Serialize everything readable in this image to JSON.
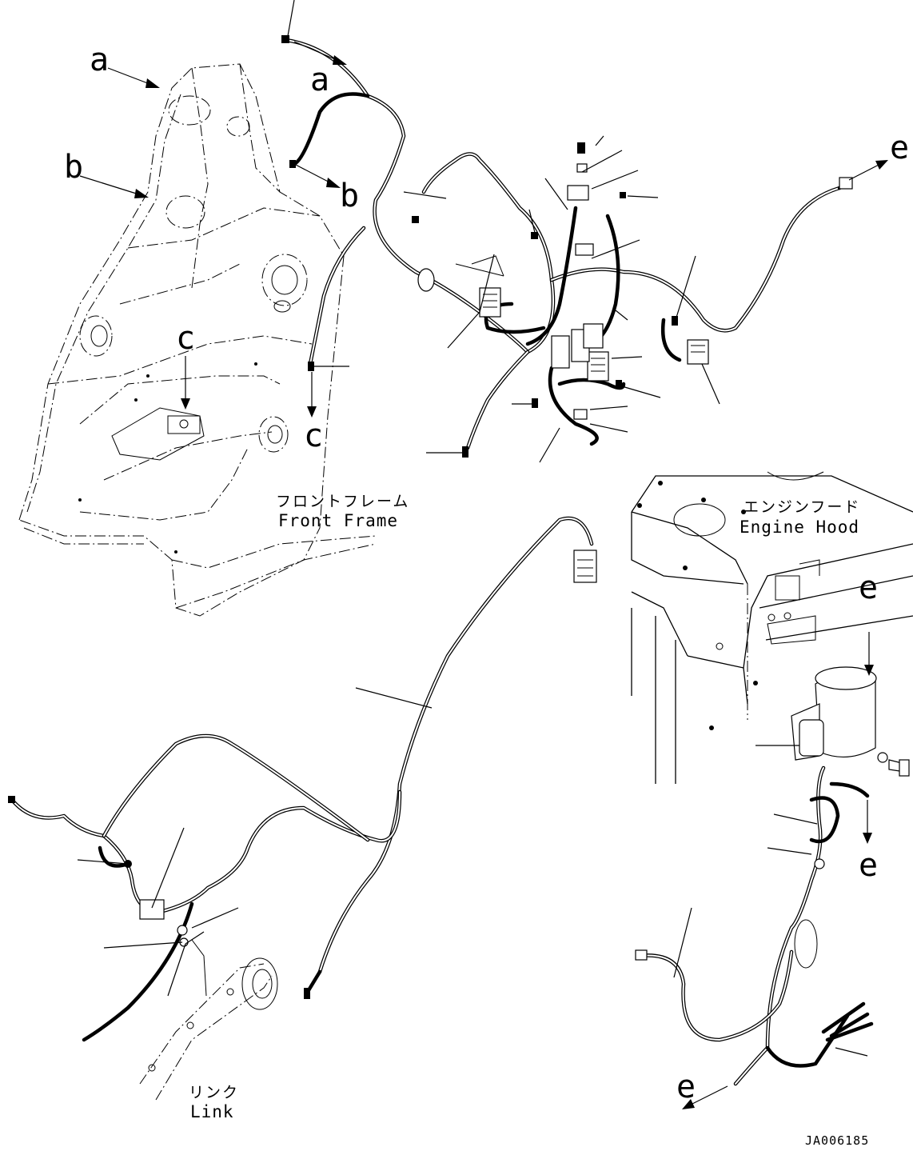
{
  "labels": {
    "front_frame_jp": "フロントフレーム",
    "front_frame_en": "Front Frame",
    "engine_hood_jp": "エンジンフード",
    "engine_hood_en": "Engine Hood",
    "link_jp": "リンク",
    "link_en": "Link",
    "drawing_number": "JA006185"
  },
  "reference_letters": {
    "a": "a",
    "b": "b",
    "c": "c",
    "e": "e"
  }
}
